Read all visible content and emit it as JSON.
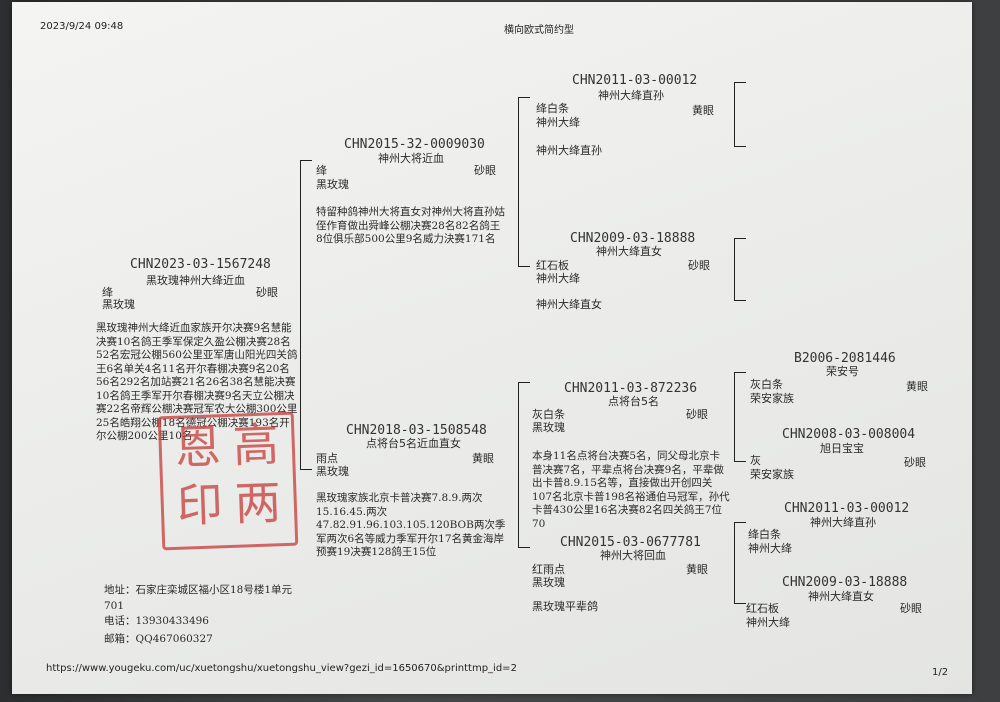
{
  "header": {
    "timestamp": "2023/9/24 09:48",
    "title": "横向欧式简约型"
  },
  "subject": {
    "ring": "CHN2023-03-1567248",
    "name": "黑玫瑰神州大绛近血",
    "color": "绛",
    "eye": "砂眼",
    "line": "黑玫瑰",
    "notes": "黑玫瑰神州大绛近血家族开尔决赛9名慧能决赛10名鸽王季军保定久盈公棚决赛28名52名宏冠公棚560公里亚军唐山阳光四关鸽王6名单关4名11名开尔春棚决赛9名20名56名292名加站赛21名26名38名慧能决赛10名鸽王季军开尔春棚决赛9名天立公棚决赛22名帝辉公棚决赛冠军农大公棚300公里25名皓翔公棚18名德冠公棚决赛193名开尔公棚200公里10名"
  },
  "sire": {
    "ring": "CHN2015-32-0009030",
    "name": "神州大将近血",
    "color": "绛",
    "eye": "砂眼",
    "line": "黑玫瑰",
    "notes": "特留种鸽神州大将直女对神州大将直孙姑侄作育做出舜峰公棚决赛28名82名鸽王8位俱乐部500公里9名威力決赛171名"
  },
  "dam": {
    "ring": "CHN2018-03-1508548",
    "name": "点将台5名近血直女",
    "color": "雨点",
    "eye": "黄眼",
    "line": "黑玫瑰",
    "notes": "黑玫瑰家族北京卡普决赛7.8.9.两次15.16.45.两次47.82.91.96.103.105.120BOB两次季军两次6名等威力季军开尔17名黄金海岸预赛19决赛128鸽王15位"
  },
  "ss": {
    "ring": "CHN2011-03-00012",
    "name": "神州大绛直孙",
    "color": "绛白条",
    "eye": "黄眼",
    "line": "神州大绛",
    "extra": "神州大绛直孙"
  },
  "sd": {
    "ring": "CHN2009-03-18888",
    "name": "神州大绛直女",
    "color": "红石板",
    "eye": "砂眼",
    "line": "神州大绛",
    "extra": "神州大绛直女"
  },
  "ds": {
    "ring": "CHN2011-03-872236",
    "name": "点将台5名",
    "color": "灰白条",
    "eye": "砂眼",
    "line": "黑玫瑰",
    "notes": "本身11名点将台决赛5名，同父母北京卡普决赛7名，平辈点将台决赛9名，平辈做出卡普8.9.15名等，直接做出开创四关107名北京卡普198名裕通伯马冠军，孙代卡普430公里16名决赛82名四关鸽王7位70"
  },
  "dd": {
    "ring": "CHN2015-03-0677781",
    "name": "神州大将回血",
    "color": "红雨点",
    "eye": "黄眼",
    "line": "黑玫瑰",
    "extra": "黑玫瑰平辈鸽"
  },
  "dss": {
    "ring": "B2006-2081446",
    "name": "荣安号",
    "color": "灰白条",
    "eye": "黄眼",
    "line": "荣安家族"
  },
  "dsd": {
    "ring": "CHN2008-03-008004",
    "name": "旭日宝宝",
    "color": "灰",
    "eye": "砂眼",
    "line": "荣安家族"
  },
  "dds": {
    "ring": "CHN2011-03-00012",
    "name": "神州大绛直孙",
    "color": "绛白条",
    "line": "神州大绛"
  },
  "ddd": {
    "ring": "CHN2009-03-18888",
    "name": "神州大绛直女",
    "color": "红石板",
    "eye": "砂眼",
    "line": "神州大绛"
  },
  "contact": {
    "address": "地址：石家庄栾城区福小区18号楼1单元701",
    "phone": "电话：13930433496",
    "email": "邮箱：QQ467060327"
  },
  "footer": {
    "url": "https://www.yougeku.com/uc/xuetongshu/xuetongshu_view?gezi_id=1650670&printtmp_id=2",
    "page": "1/2"
  },
  "stamp": {
    "glyphs": [
      "高",
      "恩",
      "两",
      "印"
    ]
  }
}
